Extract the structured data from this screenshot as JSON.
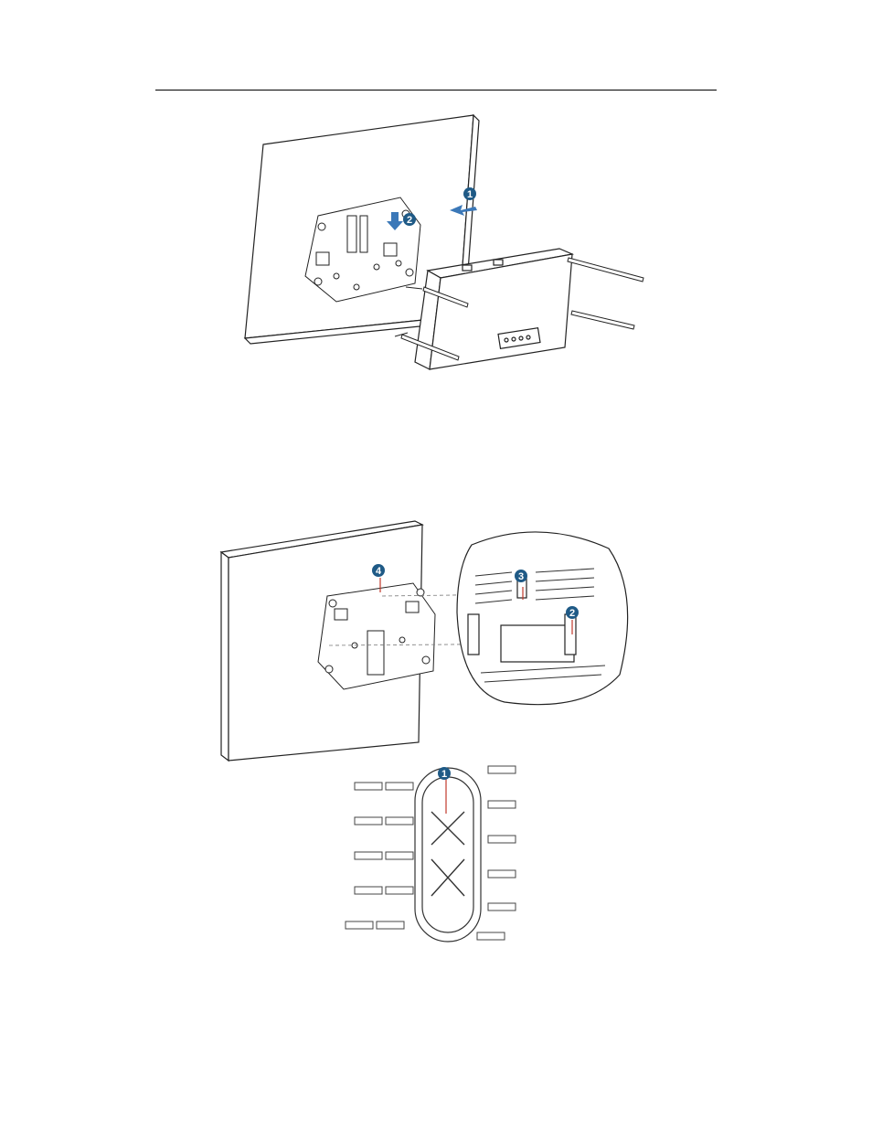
{
  "figures": [
    {
      "callouts": [
        {
          "number": "1",
          "icon": "arrow-left-icon"
        },
        {
          "number": "2",
          "icon": "arrow-down-icon"
        }
      ]
    },
    {
      "callouts": [
        {
          "number": "4"
        },
        {
          "number": "3"
        },
        {
          "number": "2"
        }
      ]
    },
    {
      "callouts": [
        {
          "number": "1"
        }
      ]
    }
  ],
  "colors": {
    "callout_badge": "#1f5a86",
    "arrow": "#3b78b8",
    "guide_line": "#c0392b",
    "line_art": "#222222"
  }
}
